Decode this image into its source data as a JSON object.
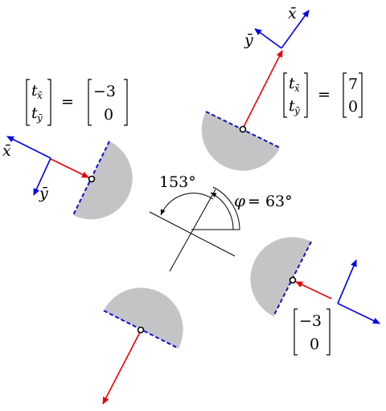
{
  "angles": {
    "outer": "153°",
    "phi_symbol": "φ",
    "phi_equals": "= 63°"
  },
  "axes": {
    "x_bar": "x̄",
    "y_bar": "ȳ"
  },
  "vectors": {
    "t_symbol": "t",
    "left_values": [
      "−3",
      "0"
    ],
    "right_values": [
      "7",
      "0"
    ],
    "bottom_values": [
      "−3",
      "0"
    ],
    "equals": "="
  },
  "colors": {
    "axis": "#0000ee",
    "force": "#ee0000",
    "halfdisk": "#c4c4c6",
    "edge": "#1010cc"
  }
}
